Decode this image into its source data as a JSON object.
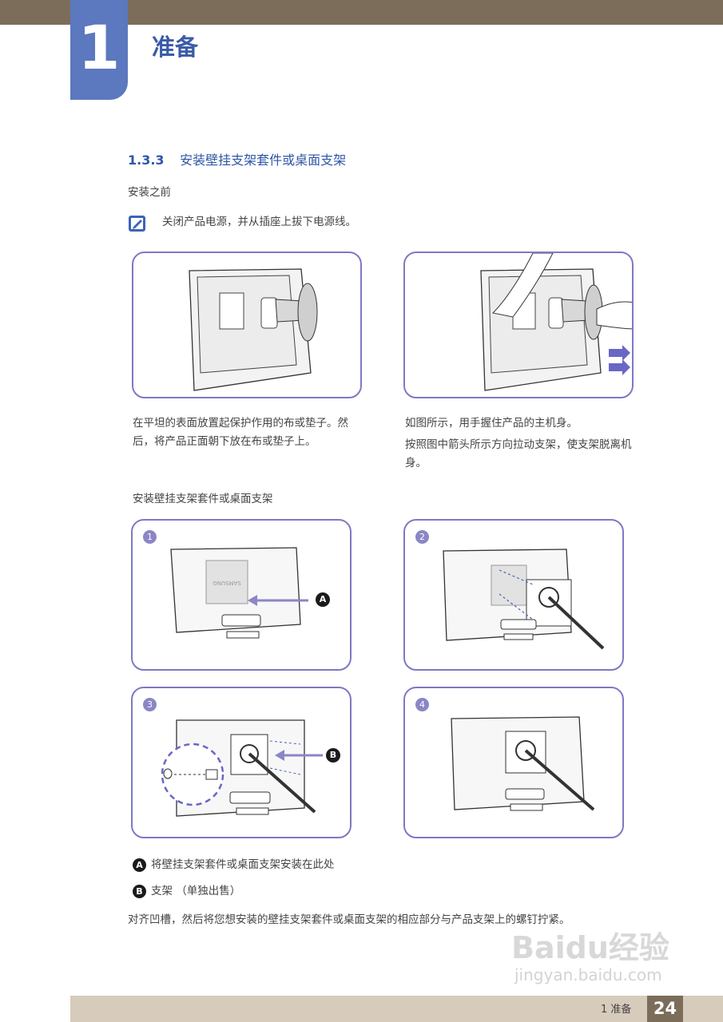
{
  "chapter": {
    "number": "1",
    "title": "准备"
  },
  "section": {
    "number": "1.3.3",
    "title": "安装壁挂支架套件或桌面支架"
  },
  "before_label": "安装之前",
  "note_text": "关闭产品电源，并从插座上拔下电源线。",
  "panel_left_caption": [
    "在平坦的表面放置起保护作用的布或垫子。然",
    "后，将产品正面朝下放在布或垫子上。"
  ],
  "panel_right_caption": [
    "如图所示，用手握住产品的主机身。",
    "按照图中箭头所示方向拉动支架，使支架脱离机",
    "身。"
  ],
  "install_label": "安装壁挂支架套件或桌面支架",
  "steps": [
    "1",
    "2",
    "3",
    "4"
  ],
  "callouts": {
    "a": "A",
    "b": "B"
  },
  "panel_logo": "SAMSUNG",
  "legend": {
    "a_text": "将壁挂支架套件或桌面支架安装在此处",
    "b_text": "支架 （单独出售）"
  },
  "closing_text": "对齐凹槽，然后将您想安装的壁挂支架套件或桌面支架的相应部分与产品支架上的螺钉拧紧。",
  "footer": {
    "label": "1 准备",
    "page": "24"
  },
  "watermark": {
    "brand": "Baidu经验",
    "url": "jingyan.baidu.com"
  },
  "colors": {
    "accent": "#5c78be",
    "brown": "#7b6d5a",
    "panel_border": "#7d79c2"
  }
}
